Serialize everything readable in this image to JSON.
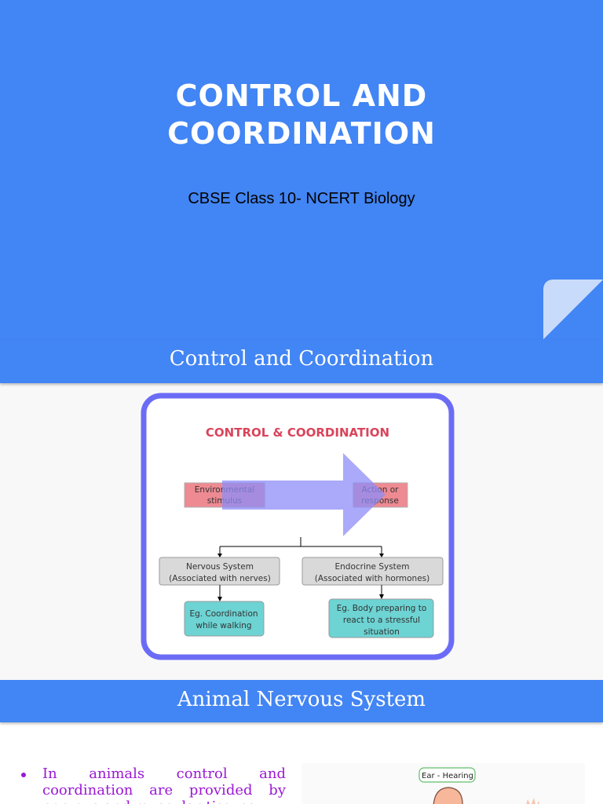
{
  "slide1": {
    "title_line1": "CONTROL AND",
    "title_line2": "COORDINATION",
    "subtitle": "CBSE Class 10- NCERT Biology"
  },
  "slide2": {
    "heading": "Control and Coordination",
    "diagram": {
      "title": "CONTROL & COORDINATION",
      "stimulus_line1": "Environmental",
      "stimulus_line2": "stimulus",
      "response_line1": "Action or",
      "response_line2": "response",
      "nervous_line1": "Nervous System",
      "nervous_line2": "(Associated with nerves)",
      "endocrine_line1": "Endocrine System",
      "endocrine_line2": "(Associated with hormones)",
      "nervous_eg_line1": "Eg. Coordination",
      "nervous_eg_line2": "while walking",
      "endocrine_eg_line1": "Eg. Body preparing to",
      "endocrine_eg_line2": "react to a stressful",
      "endocrine_eg_line3": "situation"
    }
  },
  "slide3": {
    "heading": "Animal Nervous System",
    "bullets": [
      "In animals control and coordination are provided by nervous and muscular tissues."
    ],
    "figure_label": "Ear - Hearing"
  },
  "colors": {
    "slide_blue": "#4285f4",
    "diagram_border": "#6b6cf6",
    "diagram_title": "#d9445b",
    "bullet_text": "#9b19d4",
    "teal_box": "#6dd3d3",
    "pink_box": "#ee8a92",
    "arrow": "#8d8cf8"
  }
}
